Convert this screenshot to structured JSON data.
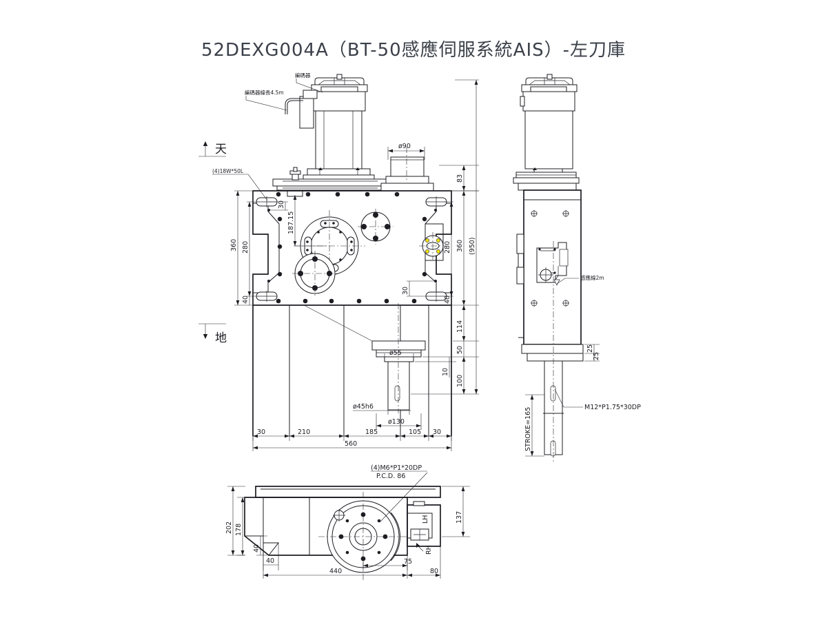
{
  "title": "52DEXG004A（BT-50感應伺服系統AIS）-左刀庫",
  "views": {
    "front": {
      "name": "front-elevation-view",
      "orientation_labels": {
        "top": "天",
        "bottom": "地"
      },
      "notes": [
        {
          "key": "encoder",
          "text": "編碼器"
        },
        {
          "key": "encoder_cable",
          "text": "編碼器線長4.5m"
        },
        {
          "key": "keyway",
          "text": "(4)18W*50L"
        }
      ],
      "dimensions": {
        "left_stack": [
          "360",
          "280",
          "40"
        ],
        "inner_left": [
          "30",
          "187.15"
        ],
        "inner_right": [
          "30"
        ],
        "right_stack": [
          "83",
          "360",
          "280",
          "40",
          "114",
          "50",
          "10",
          "100"
        ],
        "overall_height": "(950)",
        "bottom_chain": [
          "30",
          "210",
          "185",
          "105",
          "30"
        ],
        "overall_width": "560",
        "diameters": [
          "ø90",
          "ø55",
          "ø45h6",
          "ø130"
        ]
      }
    },
    "side": {
      "name": "side-elevation-view",
      "notes": [
        {
          "key": "sensor_cable",
          "text": "感應線2m"
        },
        {
          "key": "tap",
          "text": "M12*P1.75*30DP"
        }
      ],
      "dimensions": {
        "stroke": "STROKE=165",
        "steps": [
          "25",
          "25"
        ]
      }
    },
    "bottom": {
      "name": "bottom-plan-view",
      "notes": [
        {
          "key": "bolt_spec",
          "text": "(4)M6*P1*20DP"
        },
        {
          "key": "pcd",
          "text": "P.C.D. 86"
        },
        {
          "key": "left_hand",
          "text": "LH"
        },
        {
          "key": "right_hand",
          "text": "RH"
        }
      ],
      "dimensions": {
        "left_stack": [
          "202",
          "178",
          "40"
        ],
        "right_stack": [
          "137"
        ],
        "bottom_chain": [
          "40",
          "440",
          "75",
          "80"
        ]
      }
    }
  },
  "colors": {
    "line": "#1c1c22",
    "title": "#3b4049",
    "highlight": "#f5e400",
    "background": "#ffffff"
  }
}
